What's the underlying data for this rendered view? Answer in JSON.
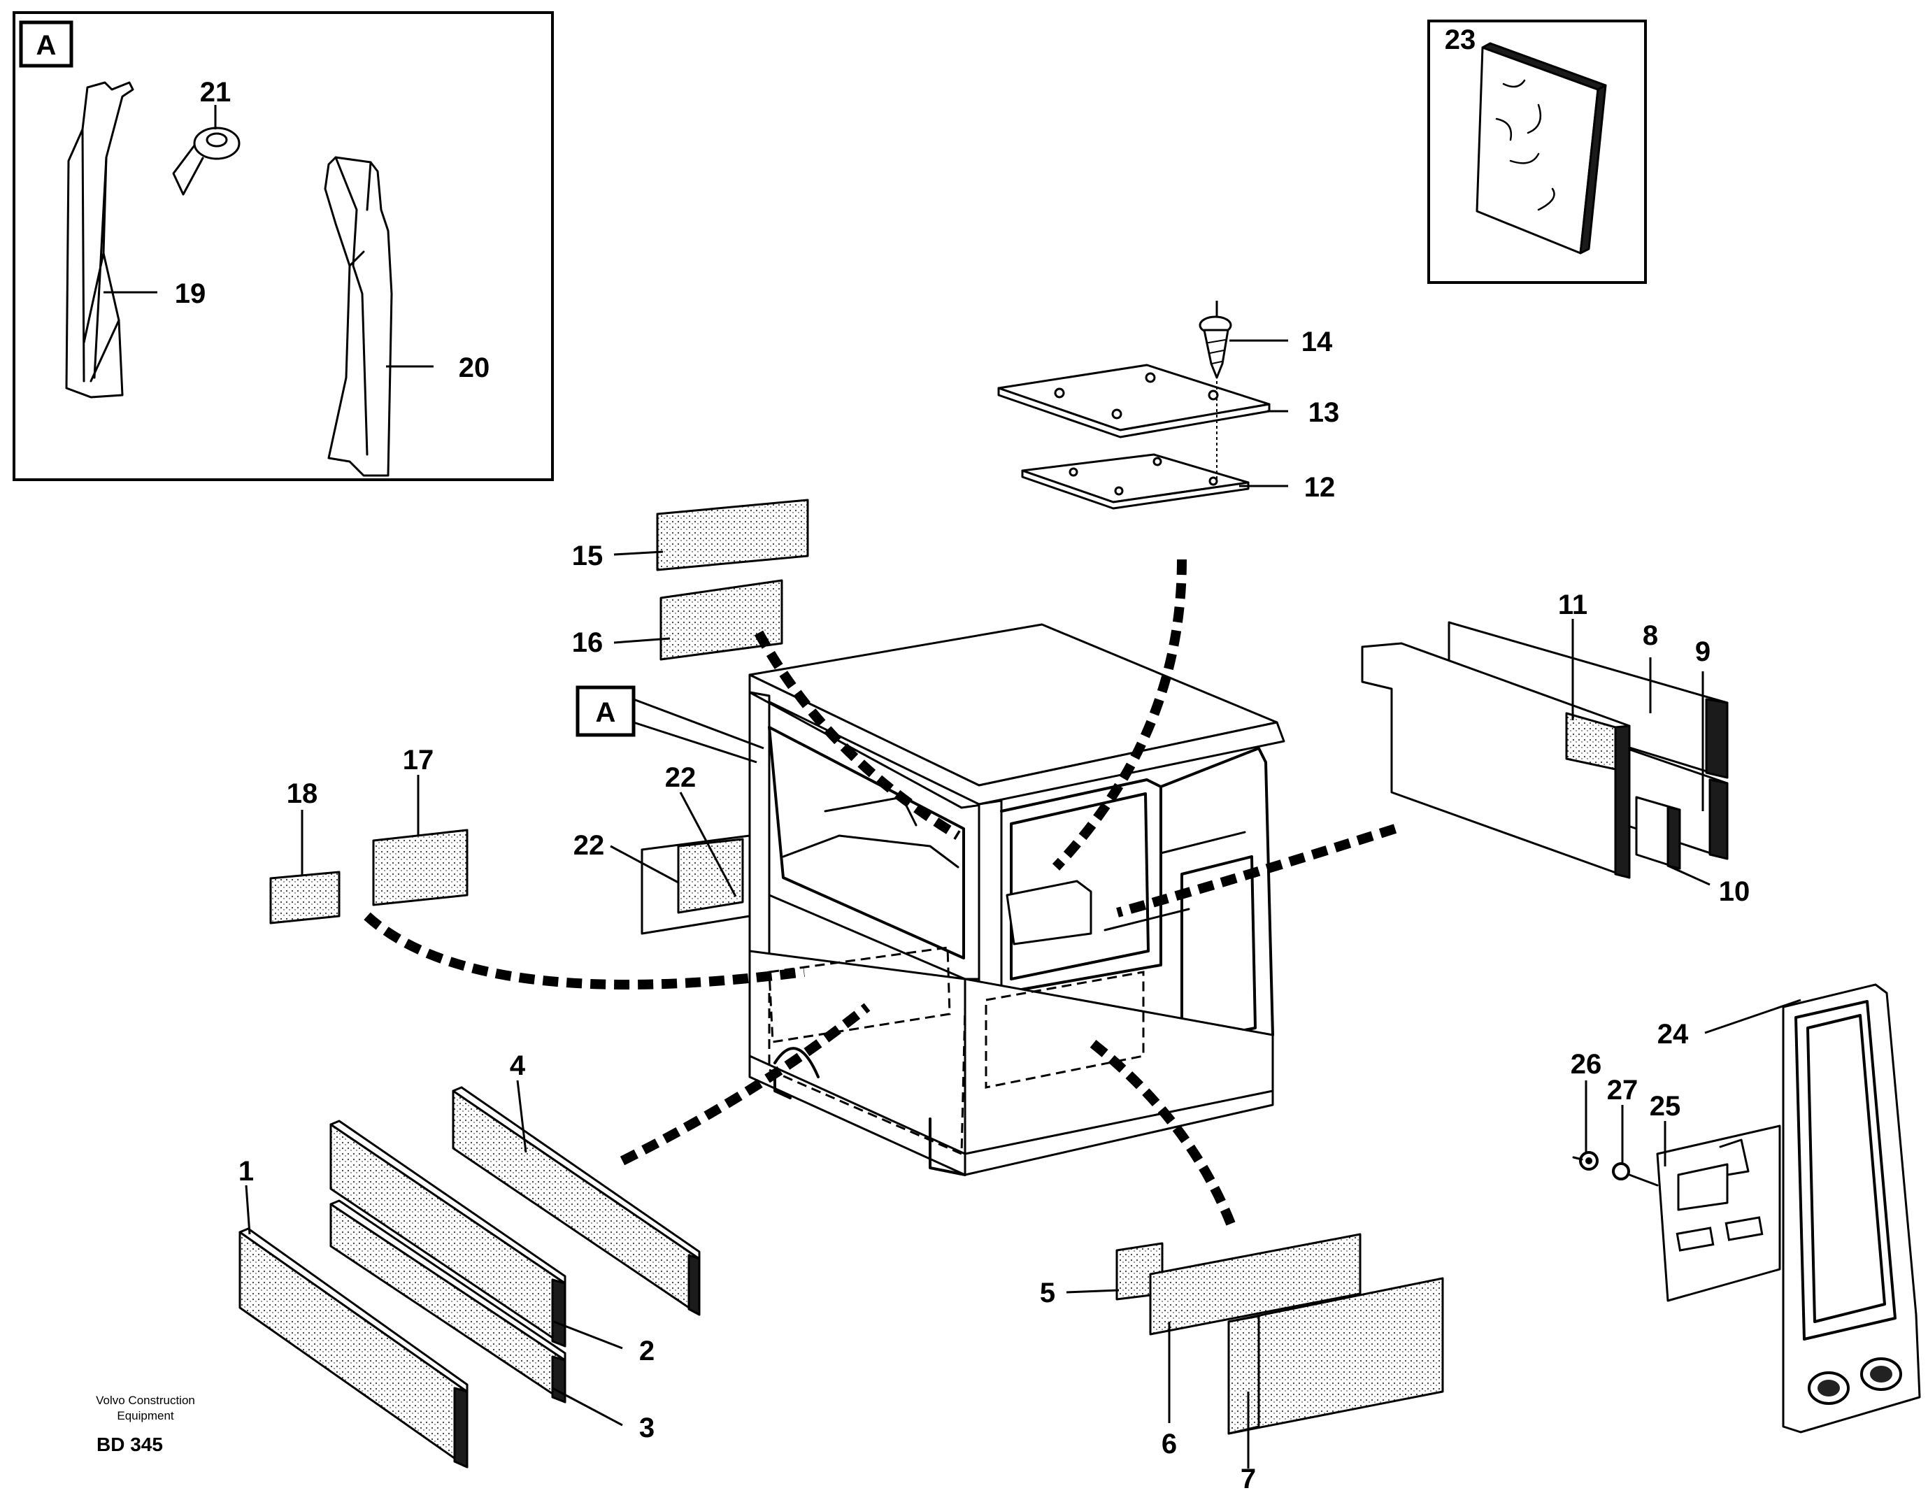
{
  "title": "",
  "detail_view_label": "A",
  "credit": {
    "company_line1": "Volvo Construction",
    "company_line2": "Equipment",
    "drawing_code": "BD 345"
  },
  "callouts": {
    "c1": "1",
    "c2": "2",
    "c3": "3",
    "c4": "4",
    "c5": "5",
    "c6": "6",
    "c7": "7",
    "c8": "8",
    "c9": "9",
    "c10": "10",
    "c11": "11",
    "c12": "12",
    "c13": "13",
    "c14": "14",
    "c15": "15",
    "c16": "16",
    "c17": "17",
    "c18": "18",
    "c19": "19",
    "c20": "20",
    "c21": "21",
    "c22a": "22",
    "c22b": "22",
    "c23": "23",
    "c24": "24",
    "c25": "25",
    "c26": "26",
    "c27": "27"
  },
  "ref_badge": "A"
}
